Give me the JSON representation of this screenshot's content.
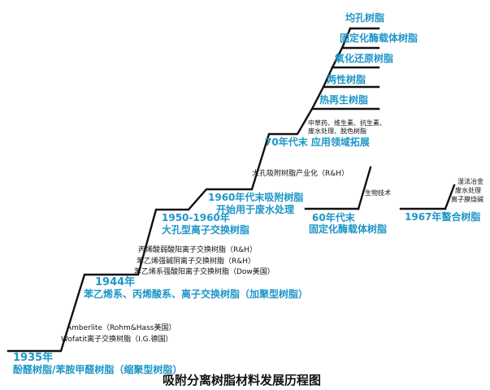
{
  "caption": "吸附分离树脂材料发展历程图",
  "colors": {
    "accent_text": "#1e96c8",
    "line": "#111111",
    "annotation": "#111111"
  },
  "milestones": {
    "m1935": {
      "year": "1935年",
      "desc": "酚醛树脂/苯胺甲醛树脂（缩聚型树脂）"
    },
    "m1944": {
      "year": "1944年",
      "desc": "苯乙烯系、丙烯酸系、离子交换树脂（加聚型树脂）"
    },
    "m1950": {
      "year": "1950-1960年",
      "desc": "大孔型离子交换树脂"
    },
    "m1960": {
      "line1": "1960年代末吸附树脂",
      "line2": "开始用于废水处理"
    },
    "m1970": {
      "text": "70年代末 应用领域拓展"
    },
    "m60s": {
      "line1": "60年代末",
      "line2": "固定化酶载体树脂"
    },
    "m1967": {
      "text": "1967年螯合树脂"
    }
  },
  "notes": {
    "amberlite": "Amberlite（Rohm&Hass美国）",
    "wofatit": "Wofatit离子交换树脂（I.G.德国）",
    "bingxi": "丙烯酸弱酸阳离子交换树脂（R&H）",
    "benqiangjian": "苯乙烯强碱阴离子交换树脂（R&H）",
    "benqiangsuan": "苯乙烯系强酸阳离子交换树脂（Dow美国）",
    "dakong": "大孔吸附树脂产业化（R&H）",
    "zhongcaoyao1": "中草药、维生素、抗生素、",
    "zhongcaoyao2": "废水处理、脱色树脂",
    "shengwu": "生物技术",
    "shifa": "湿法冶金",
    "feishui": "废水处理",
    "lizimo": "离子膜烧碱"
  },
  "branches": [
    "均孔树脂",
    "固定化酶载体树脂",
    "氧化还原树脂",
    "两性树脂",
    "热再生树脂"
  ]
}
